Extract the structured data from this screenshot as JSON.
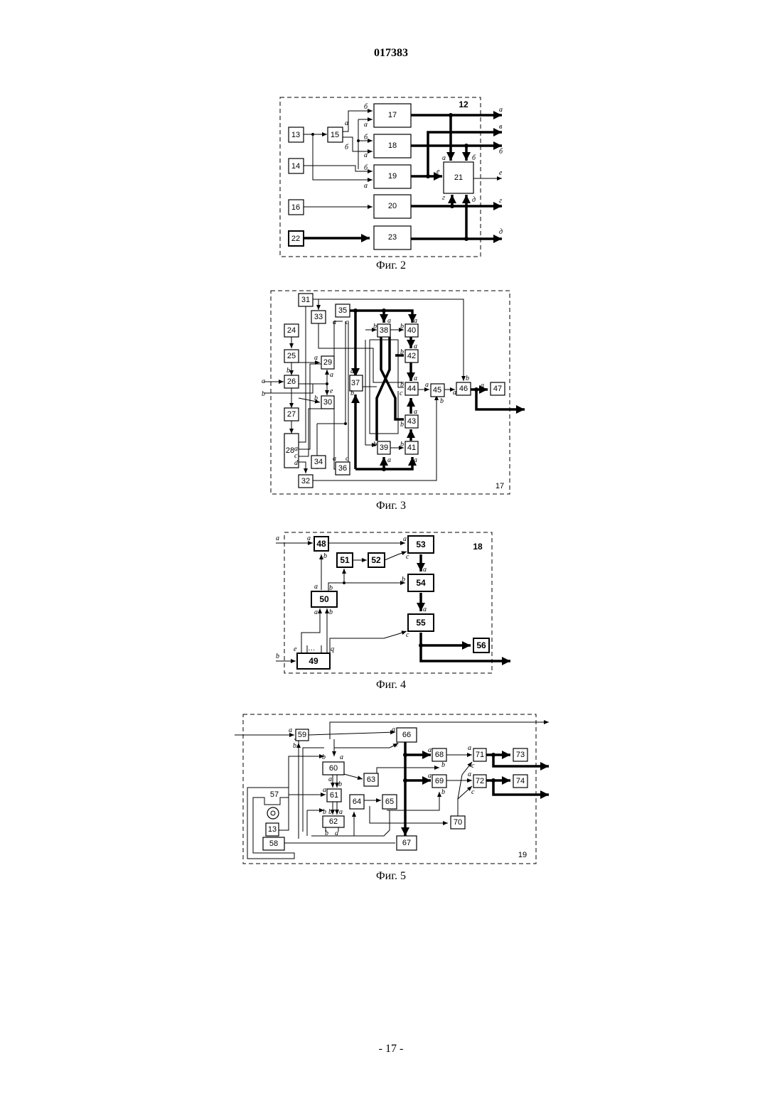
{
  "header": {
    "doc_number": "017383"
  },
  "footer": {
    "page": "- 17 -"
  },
  "fig2": {
    "caption": "Фиг. 2",
    "frame_label": "12",
    "blocks": [
      "13",
      "14",
      "15",
      "16",
      "17",
      "18",
      "19",
      "20",
      "21",
      "22",
      "23"
    ],
    "ports": [
      "а",
      "б",
      "а",
      "б",
      "а",
      "б",
      "а",
      "в",
      "е",
      "г",
      "д",
      "а",
      "б",
      "е",
      "г",
      "д"
    ]
  },
  "fig3": {
    "caption": "Фиг. 3",
    "frame_label": "17",
    "blocks": [
      "24",
      "25",
      "26",
      "27",
      "28",
      "29",
      "30",
      "31",
      "32",
      "33",
      "34",
      "35",
      "36",
      "37",
      "38",
      "39",
      "40",
      "41",
      "42",
      "43",
      "44",
      "45",
      "46",
      "47"
    ],
    "ports": [
      "a",
      "b",
      "b",
      "a",
      "b",
      "a",
      "b",
      "b",
      "e",
      "a",
      "c",
      "a",
      "c",
      "a",
      "b",
      "b",
      "a",
      "b",
      "a",
      "b",
      "a",
      "b",
      "a",
      "b",
      "a",
      "c",
      "a",
      "b",
      "b",
      "c",
      "d",
      "b",
      "a",
      "b",
      "a",
      "a",
      "b",
      "a",
      "a",
      "c",
      "e",
      "a",
      "b",
      "c"
    ]
  },
  "fig4": {
    "caption": "Фиг. 4",
    "frame_label": "18",
    "blocks": [
      "48",
      "49",
      "50",
      "51",
      "52",
      "53",
      "54",
      "55",
      "56"
    ],
    "ports": [
      "a",
      "a",
      "b",
      "a",
      "b",
      "a",
      "b",
      "a",
      "c",
      "b",
      "a",
      "a",
      "c",
      "b",
      "e",
      "q",
      "…"
    ]
  },
  "fig5": {
    "caption": "Фиг. 5",
    "frame_label": "19",
    "blocks": [
      "57",
      "13",
      "58",
      "59",
      "60",
      "61",
      "62",
      "63",
      "64",
      "65",
      "66",
      "67",
      "68",
      "69",
      "70",
      "71",
      "72",
      "73",
      "74"
    ],
    "ports": [
      "a",
      "b",
      "a",
      "c",
      "b",
      "a",
      "a",
      "b",
      "a",
      "b",
      "b",
      "a",
      "b",
      "a",
      "a",
      "b",
      "a",
      "b",
      "a",
      "c",
      "a",
      "c"
    ]
  }
}
